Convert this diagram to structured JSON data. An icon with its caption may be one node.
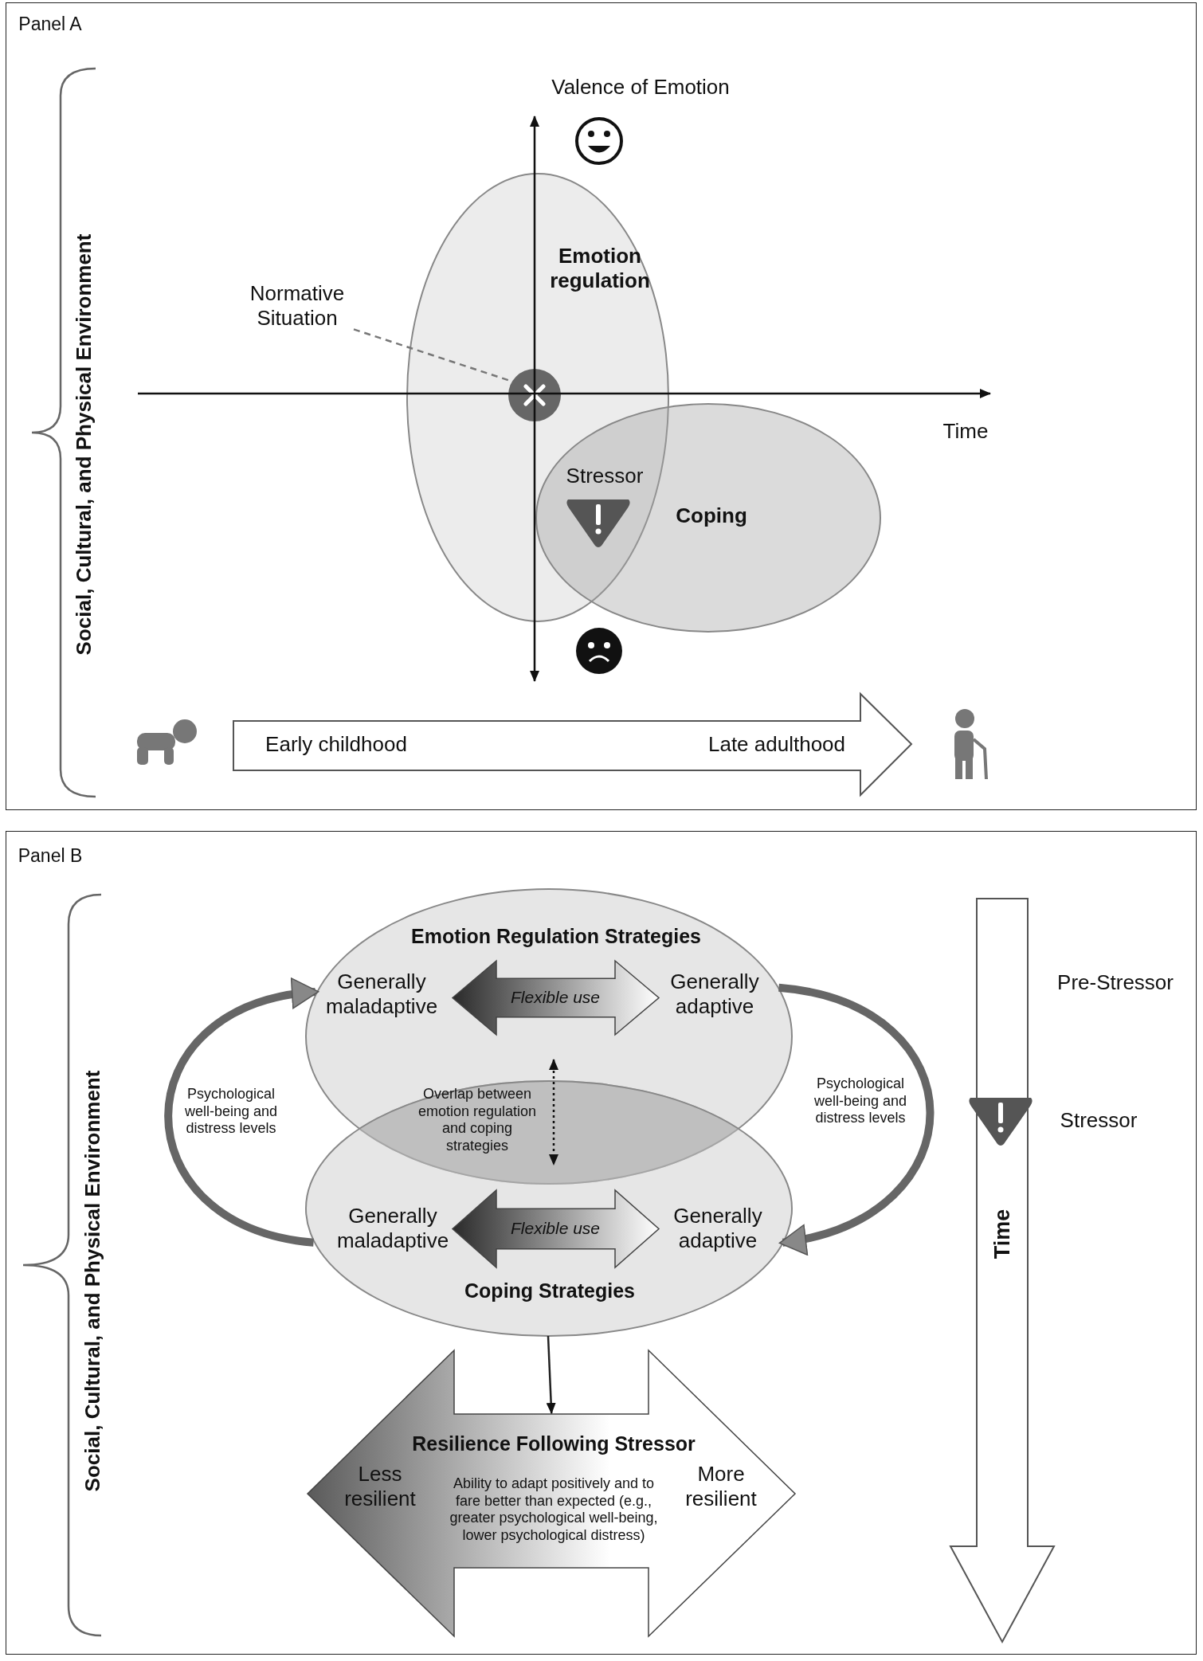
{
  "diagram": {
    "nodes": [
      {
        "text": [
          "Panel A"
        ]
      },
      {
        "text": [
          "Emotion regulation"
        ],
        "in": 0
      },
      {
        "text": [
          "Coping"
        ],
        "in": 0
      },
      {
        "text": [
          "Normative Situation"
        ],
        "in": 0
      },
      {
        "text": [],
        "shape": "circle",
        "in": 1
      },
      {
        "text": [
          "Early childhood",
          "Late adulthood"
        ],
        "in": 0
      },
      {
        "text": [
          "Panel B"
        ]
      },
      {
        "text": [
          "Emotion Regulation Strategies",
          "Generally maladaptive",
          "Generally adaptive"
        ],
        "in": 6
      },
      {
        "text": [
          "Flexible use"
        ],
        "in": 7
      },
      {
        "text": [
          "Overlap between emotion regulation and coping strategies"
        ],
        "in": 6
      },
      {
        "text": [
          "Generally maladaptive",
          "Generally adaptive",
          "Coping Strategies"
        ],
        "in": 6
      },
      {
        "text": [
          "Flexible use"
        ],
        "in": 10
      },
      {
        "text": [
          "Resilience Following Stressor",
          "Less resilient",
          "Ability to adapt positively and to fare better than expected (e.g., greater psychological well-being, lower psychological distress)",
          "More resilient"
        ],
        "in": 6
      },
      {
        "text": [
          "Time"
        ],
        "beside": [
          "Pre-Stressor",
          "Stressor"
        ],
        "in": 6
      }
    ],
    "edges": [
      {
        "from": 3,
        "to": 4,
        "arrow": "none",
        "style": "dashed"
      },
      {
        "from": 10,
        "to": 12,
        "arrow": "to"
      },
      {
        "from": 10,
        "to": 7,
        "arrow": "to",
        "label": "Psychological well-being and distress levels",
        "style": "thick"
      },
      {
        "from": 7,
        "to": 10,
        "arrow": "to",
        "label": "Psychological well-being and distress levels",
        "style": "thick"
      }
    ],
    "labels": [
      "Social, Cultural, and Physical Environment",
      "Valence of Emotion",
      "Time",
      "Stressor",
      "Social, Cultural, and Physical Environment"
    ]
  }
}
